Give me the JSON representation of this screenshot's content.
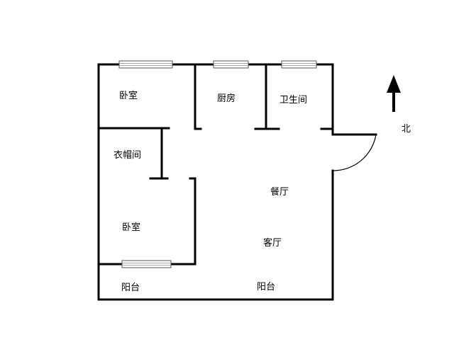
{
  "rooms": {
    "bedroom_top": "卧室",
    "kitchen": "厨房",
    "bathroom": "卫生间",
    "cloakroom": "衣帽间",
    "dining": "餐厅",
    "bedroom_bottom": "卧室",
    "living": "客厅",
    "balcony_left": "阳台",
    "balcony_right": "阳台"
  },
  "compass": {
    "label": "北"
  },
  "colors": {
    "wall": "#000000",
    "window_frame": "#555555",
    "background": "#ffffff"
  }
}
